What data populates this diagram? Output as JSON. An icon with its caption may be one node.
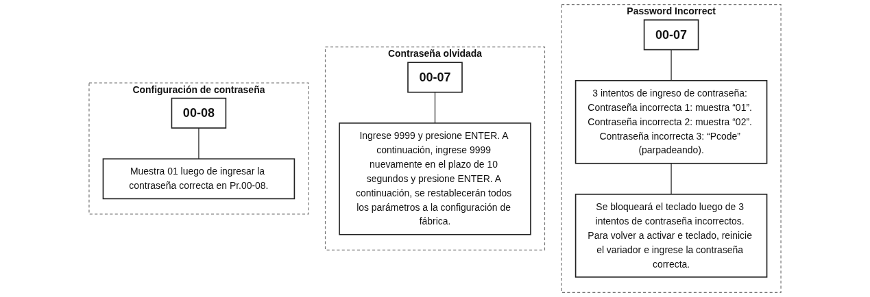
{
  "diagram": {
    "nodes": [
      {
        "text": [
          "Configuración de contraseña"
        ]
      },
      {
        "text": [
          "00-08"
        ],
        "in": 0
      },
      {
        "text": [
          "Muestra 01 luego de ingresar la contraseña correcta en Pr.00-08."
        ],
        "in": 0
      },
      {
        "text": [
          "Contraseña olvidada"
        ]
      },
      {
        "text": [
          "00-07"
        ],
        "in": 3
      },
      {
        "text": [
          "Ingrese 9999 y presione ENTER. A continuación, ingrese 9999 nuevamente en el plazo de 10 segundos y presione ENTER. A continuación, se restablecerán todos los parámetros a la configuración de fábrica."
        ],
        "in": 3
      },
      {
        "text": [
          "Password Incorrect"
        ]
      },
      {
        "text": [
          "00-07"
        ],
        "in": 6
      },
      {
        "text": [
          "3 intentos de ingreso de contraseña: Contraseña incorrecta 1: muestra “01”. Contraseña incorrecta 2: muestra “02”. Contraseña incorrecta 3: “Pcode” (parpadeando)."
        ],
        "in": 6
      },
      {
        "text": [
          "Se bloqueará el teclado luego de 3 intentos de contraseña incorrectos. Para volver a activar e teclado, reinicie el variador e ingrese la contraseña correcta."
        ],
        "in": 6
      }
    ],
    "edges": [
      {
        "from": 1,
        "to": 2,
        "arrow": "none"
      },
      {
        "from": 4,
        "to": 5,
        "arrow": "none"
      },
      {
        "from": 7,
        "to": 8,
        "arrow": "none"
      },
      {
        "from": 8,
        "to": 9,
        "arrow": "none"
      }
    ]
  }
}
